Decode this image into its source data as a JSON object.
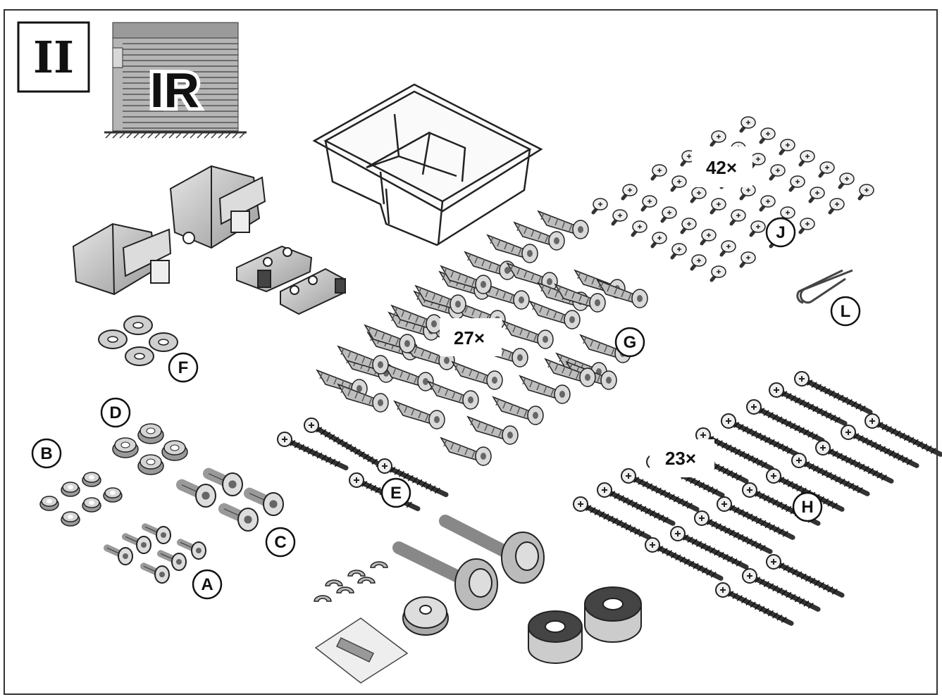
{
  "step": {
    "numeral": "II"
  },
  "badge": {
    "text": "IR"
  },
  "parts": [
    {
      "letter": "A"
    },
    {
      "letter": "B"
    },
    {
      "letter": "C"
    },
    {
      "letter": "D"
    },
    {
      "letter": "E"
    },
    {
      "letter": "F"
    },
    {
      "letter": "G"
    },
    {
      "letter": "H"
    },
    {
      "letter": "J"
    },
    {
      "letter": "L"
    }
  ],
  "counts": {
    "G": "27×",
    "H": "23×",
    "J": "42×"
  },
  "colors": {
    "line": "#1a1a1a",
    "gray": "#c8c8c8",
    "dark": "#8a8a8a",
    "bg": "#ffffff"
  }
}
